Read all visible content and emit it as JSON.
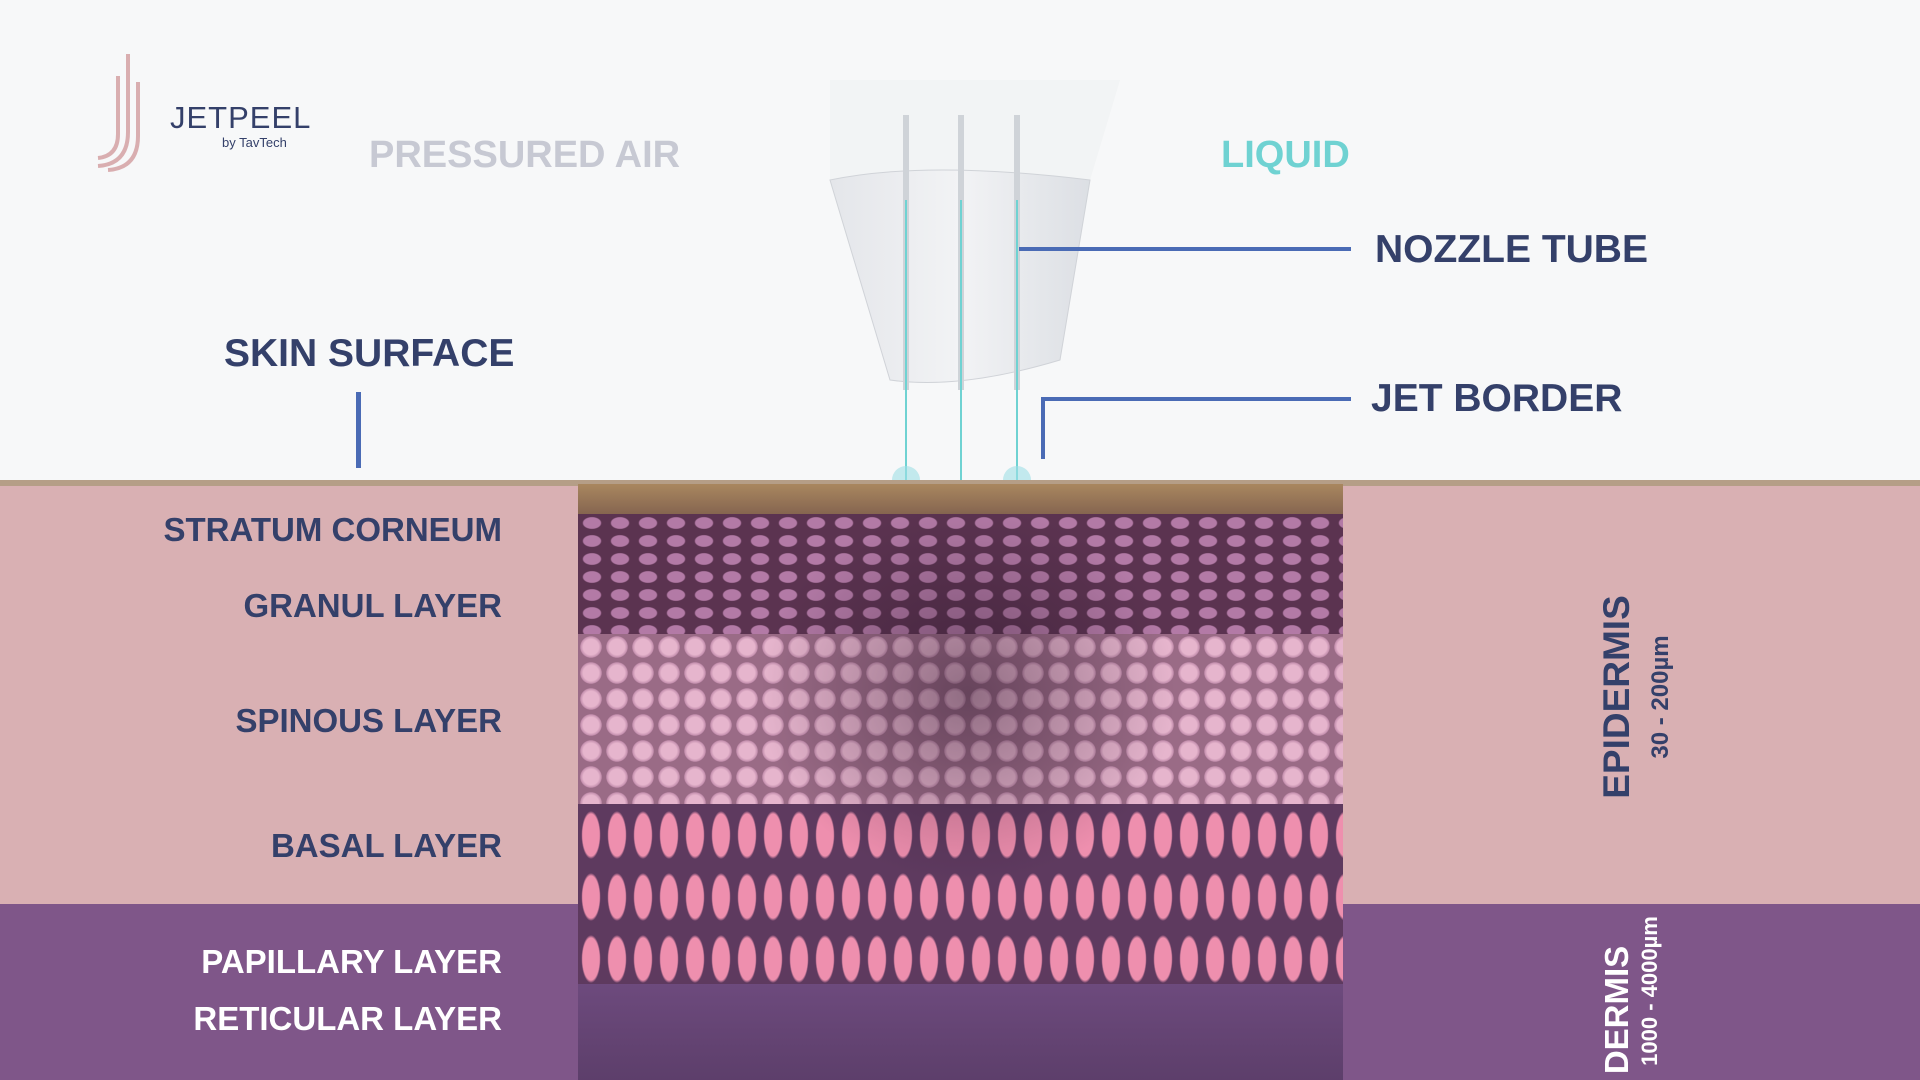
{
  "logo": {
    "name": "JETPEEL",
    "tagline": "by TavTech"
  },
  "top_labels": {
    "pressured_air": "PRESSURED AIR",
    "liquid": "LIQUID"
  },
  "callouts": {
    "nozzle_tube": "NOZZLE TUBE",
    "jet_border": "JET BORDER",
    "skin_surface": "SKIN SURFACE"
  },
  "layers": [
    "STRATUM CORNEUM",
    "GRANUL LAYER",
    "SPINOUS LAYER",
    "BASAL LAYER",
    "PAPILLARY LAYER",
    "RETICULAR LAYER"
  ],
  "regions": {
    "epidermis": {
      "name": "EPIDERMIS",
      "range": "30 - 200µm"
    },
    "dermis": {
      "name": "DERMIS",
      "range": "1000 - 4000µm"
    }
  },
  "colors": {
    "navy": "#34406a",
    "liquid": "#6fd2d2",
    "air": "#c7c9d3",
    "epidermis": "#d9b0b3",
    "dermis": "#7f5689",
    "callout_line": "#4a6bb5"
  }
}
